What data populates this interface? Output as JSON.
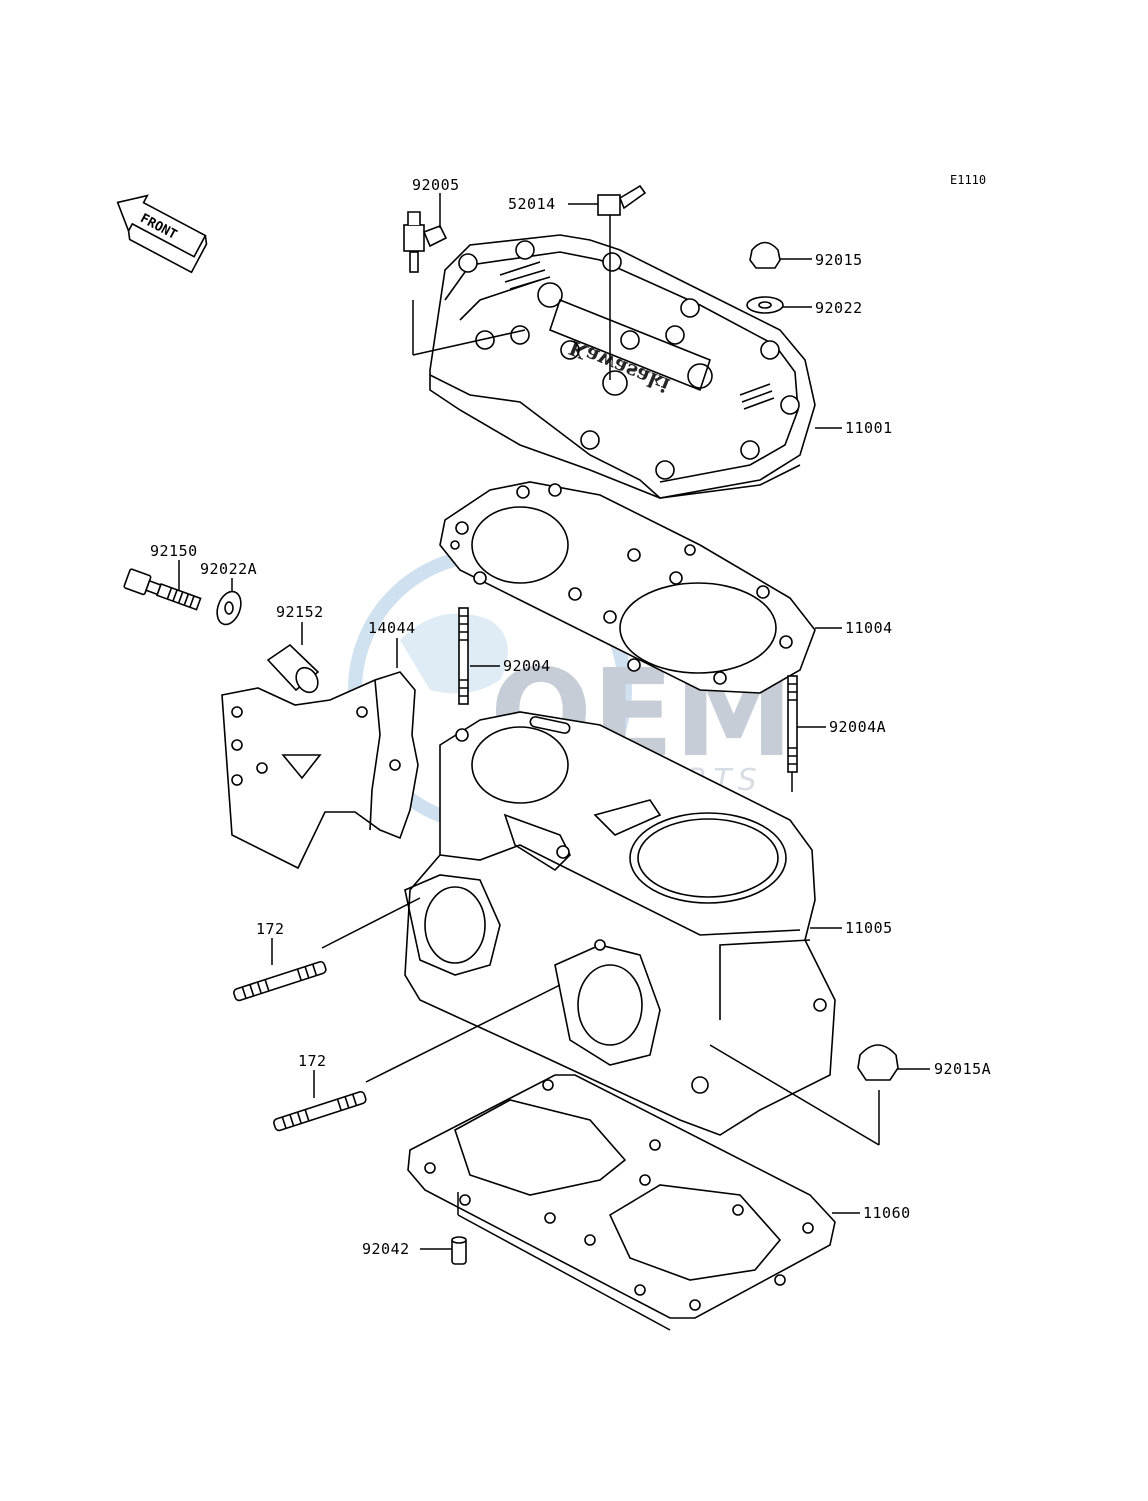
{
  "diagram_code": "E1110",
  "front_arrow_label": "FRONT",
  "watermark": {
    "main": "OEM",
    "sub": "MOTORPARTS"
  },
  "labels": {
    "p92005": "92005",
    "p52014": "52014",
    "p92015": "92015",
    "p92022": "92022",
    "p11001": "11001",
    "p92150": "92150",
    "p92022A": "92022A",
    "p92152": "92152",
    "p14044": "14044",
    "p92004": "92004",
    "p11004": "11004",
    "p92004A": "92004A",
    "p172a": "172",
    "p11005": "11005",
    "p172b": "172",
    "p92015A": "92015A",
    "p11060": "11060",
    "p92042": "92042"
  },
  "colors": {
    "line": "#000000",
    "watermark": "#9aa6b8"
  }
}
